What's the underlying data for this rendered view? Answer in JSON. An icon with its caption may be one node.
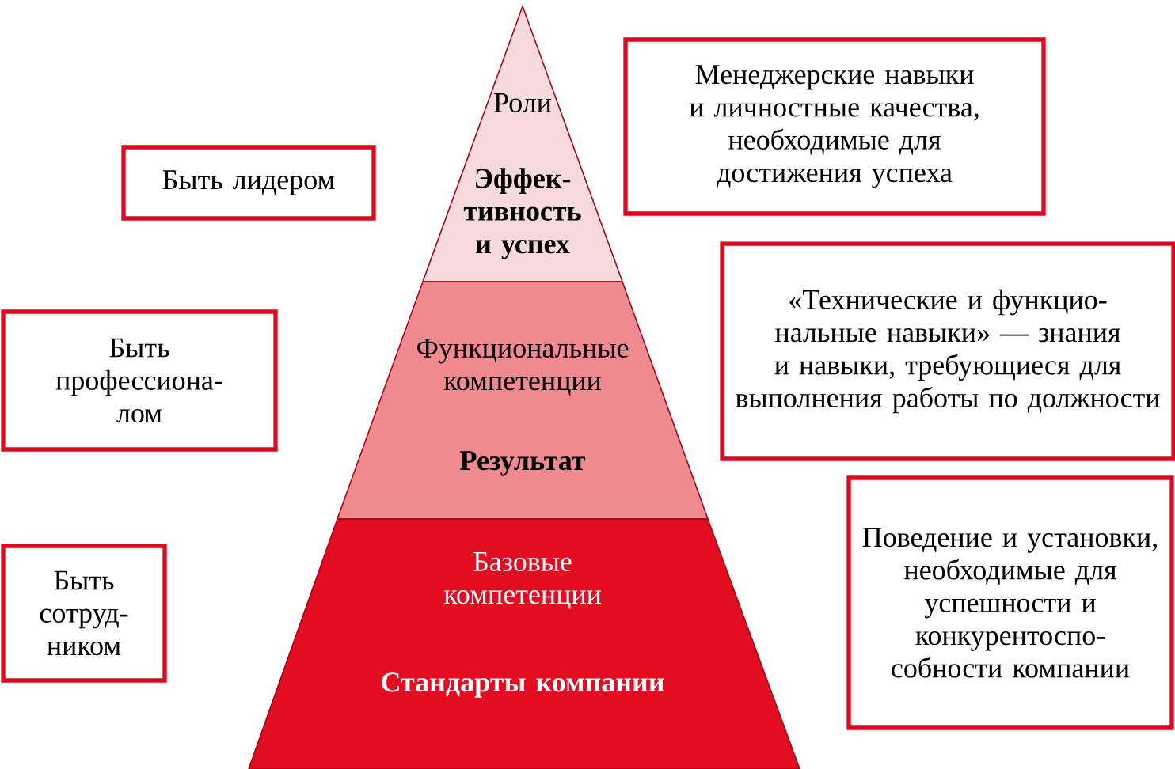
{
  "diagram": {
    "nodes": [
      {
        "text": [
          "Роли",
          "Эффек- тивность и успех"
        ]
      },
      {
        "text": [
          "Функциональные компетенции",
          "Результат"
        ]
      },
      {
        "text": [
          "Базовые компетенции",
          "Стандарты компании"
        ]
      },
      {
        "text": [
          "Менеджерские навыки и личностные качества, необходимые для достижения успеха"
        ]
      },
      {
        "text": [
          "Быть лидером"
        ]
      },
      {
        "text": [
          "«Технические и функцио- нальные навыки» — знания и навыки, требующиеся для выполнения работы по должности"
        ]
      },
      {
        "text": [
          "Быть профессиона- лом"
        ]
      },
      {
        "text": [
          "Поведение и установки, необходимые для успешности и конкурентоспо- собности компании"
        ]
      },
      {
        "text": [
          "Быть сотруд- ником"
        ]
      }
    ]
  }
}
